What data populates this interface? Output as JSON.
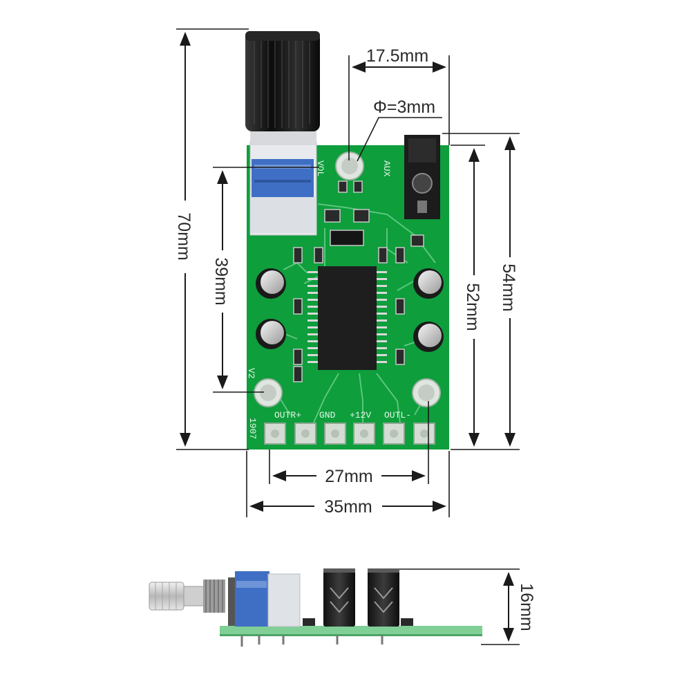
{
  "dimensions": {
    "board_length": "70mm",
    "pcb_height": "54mm",
    "pcb_inner_height": "52mm",
    "pot_to_terminal": "39mm",
    "hole_to_edge": "17.5mm",
    "hole_diameter": "Φ=3mm",
    "terminal_span": "27mm",
    "board_width": "35mm",
    "side_height": "16mm"
  },
  "silkscreen": {
    "vol": "VOL",
    "aux": "AUX",
    "outr": "OUTR+",
    "gnd": "GND",
    "v12": "+12V",
    "outl": "OUTL-",
    "v2": "V2",
    "code": "1907"
  },
  "colors": {
    "pcb": "#0e9e3c",
    "pcb_dark": "#0a7a2e",
    "pot_blue": "#3f6fc4",
    "knob": "#1b1b1b"
  }
}
